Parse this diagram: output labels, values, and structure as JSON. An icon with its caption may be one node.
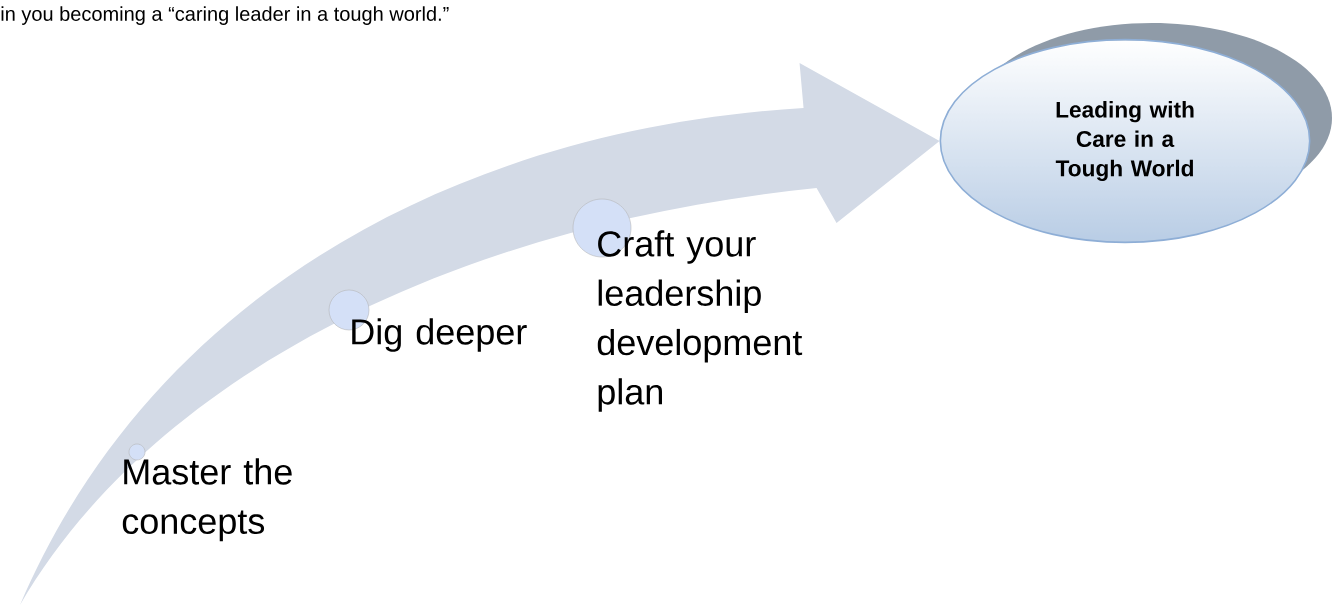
{
  "diagram": {
    "title": "in you becoming a “caring leader in a tough world.”",
    "nodes": [
      {
        "text": [
          "Master the concepts"
        ]
      },
      {
        "text": [
          "Dig deeper"
        ]
      },
      {
        "text": [
          "Craft your leadership development plan"
        ]
      },
      {
        "text": [
          "Leading with Care in a Tough World"
        ]
      }
    ],
    "edges": [
      {
        "from": null,
        "to": 3,
        "arrow": "to"
      }
    ]
  }
}
